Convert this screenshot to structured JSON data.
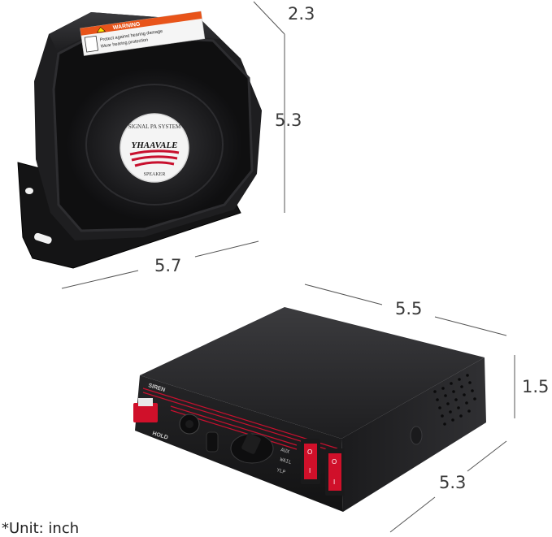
{
  "speaker": {
    "warning_label": "WARNING",
    "warning_text_line1": "Protect against hearing damage",
    "warning_text_line2": "Wear hearing protection",
    "badge_top": "SIGNAL PA SYSTEM",
    "badge_brand": "YHAAVALE",
    "badge_bottom": "SPEAKER"
  },
  "speaker_dimensions": {
    "depth": "2.3",
    "height": "5.3",
    "width": "5.7"
  },
  "amplifier": {
    "panel_label_siren": "SIREN",
    "panel_label_hold": "HOLD",
    "switch_label_aux": "AUX",
    "switch_label_wail": "WAIL",
    "switch_label_yelp": "YLP",
    "switch_glyph_on": "I",
    "switch_glyph_off": "O"
  },
  "amplifier_dimensions": {
    "width": "5.5",
    "height": "1.5",
    "depth": "5.3"
  },
  "footnote": "*Unit: inch",
  "colors": {
    "speaker_body": "#1c1c1e",
    "amplifier_body": "#2a2a2c",
    "accent_red": "#c8102e",
    "dimension_line": "#555555"
  }
}
